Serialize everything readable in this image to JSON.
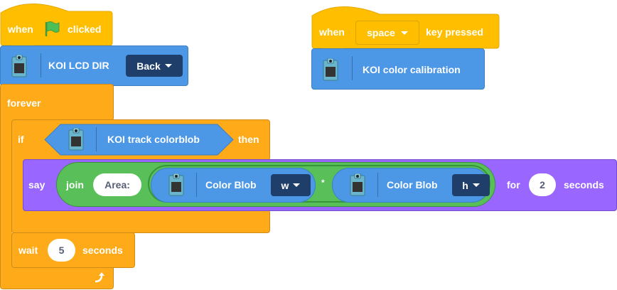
{
  "script1": {
    "hat": {
      "when": "when",
      "clicked": "clicked",
      "flag_icon": "green-flag-icon"
    },
    "lcd_dir": {
      "label": "KOI LCD DIR",
      "value": "Back"
    },
    "forever": {
      "label": "forever",
      "loop_icon": "loop-arrow-icon"
    },
    "if_block": {
      "if": "if",
      "then": "then",
      "condition": "KOI track colorblob"
    },
    "say_block": {
      "say": "say",
      "join": "join",
      "join_text": "Area:",
      "left_reporter": {
        "label": "Color Blob",
        "value": "w"
      },
      "operator": "*",
      "right_reporter": {
        "label": "Color Blob",
        "value": "h"
      },
      "for": "for",
      "secs_value": "2",
      "seconds": "seconds"
    },
    "wait_block": {
      "wait": "wait",
      "value": "5",
      "seconds": "seconds"
    }
  },
  "script2": {
    "hat": {
      "when": "when",
      "key": "space",
      "key_pressed": "key pressed"
    },
    "calibration": {
      "label": "KOI color calibration"
    }
  },
  "colors": {
    "events": "#ffbf00",
    "control": "#ffab19",
    "koi": "#4c97e6",
    "looks": "#9966ff",
    "operators": "#59c059",
    "dropdown": "#1f3f6a"
  }
}
